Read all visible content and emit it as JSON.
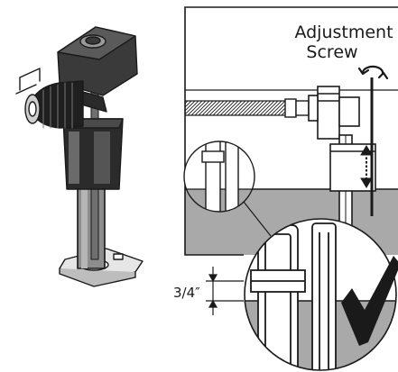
{
  "callouts": {
    "adjustment_line1": "Adjustment",
    "adjustment_line2": "Screw",
    "measurement": "3/4″"
  },
  "icons": [
    "rotate-arrows-icon",
    "vertical-double-arrow-icon",
    "checkmark-icon"
  ],
  "colors": {
    "water": "#a9a9a9",
    "water_dark": "#8f8f8f",
    "line": "#1a1a1a",
    "fill_light": "#ffffff",
    "fill_gray": "#d6d6d6"
  }
}
